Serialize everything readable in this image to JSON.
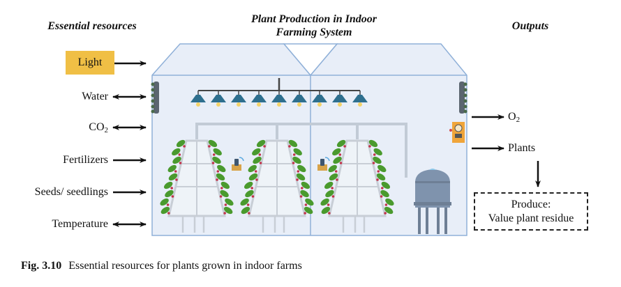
{
  "headings": {
    "inputs": "Essential resources",
    "center_line1": "Plant Production in Indoor",
    "center_line2": "Farming System",
    "outputs": "Outputs"
  },
  "inputs": [
    {
      "label": "Light",
      "arrow": "right",
      "highlight_color": "#f0bf45"
    },
    {
      "label": "Water",
      "arrow": "double"
    },
    {
      "label": "CO",
      "subscript": "2",
      "arrow": "double"
    },
    {
      "label": "Fertilizers",
      "arrow": "right"
    },
    {
      "label": "Seeds/ seedlings",
      "arrow": "right"
    },
    {
      "label": "Temperature",
      "arrow": "double"
    }
  ],
  "outputs": [
    {
      "label": "O",
      "subscript": "2",
      "arrow": "right"
    },
    {
      "label": "Plants",
      "arrow": "right"
    }
  ],
  "produce_box": {
    "line1": "Produce:",
    "line2": "Value plant residue"
  },
  "caption": {
    "figure_number": "Fig. 3.10",
    "text": "Essential resources for plants grown in indoor farms"
  },
  "illustration": {
    "lamps": 9,
    "plant_towers": 3,
    "colors": {
      "greenhouse_fill": "#e8eef8",
      "greenhouse_stroke": "#8fb0d8",
      "lamp": "#2e6f8e",
      "leaf": "#4a9a2e",
      "tank": "#7f93ad"
    }
  }
}
